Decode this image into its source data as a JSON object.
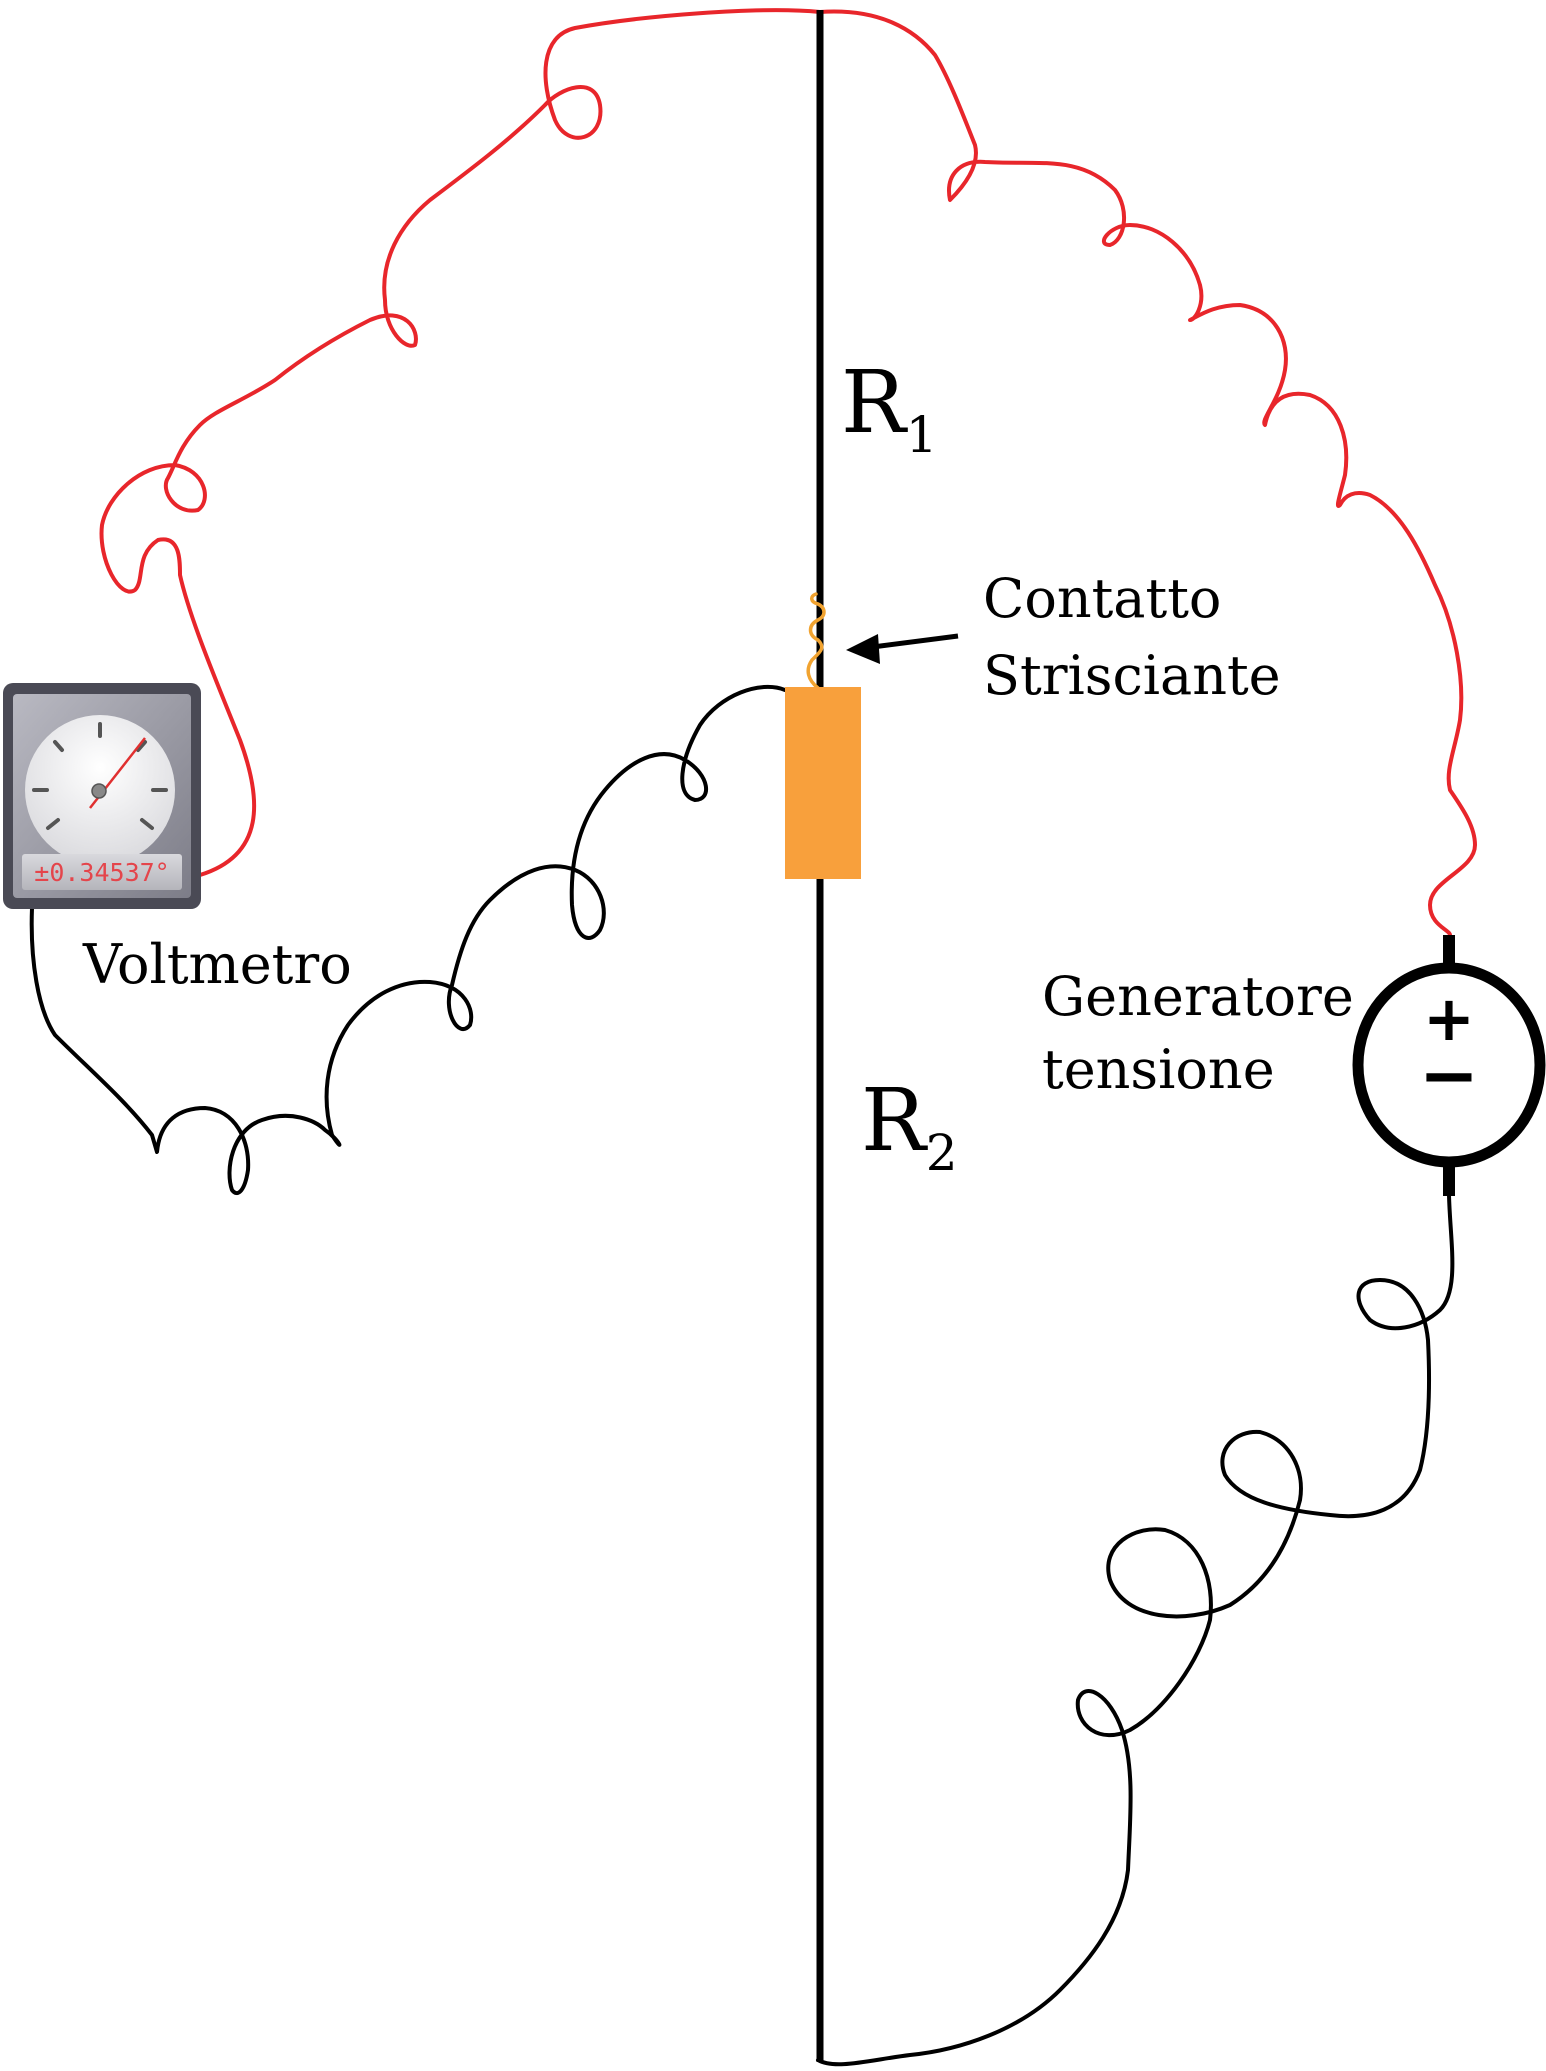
{
  "labels": {
    "r1": "R",
    "r1_sub": "1",
    "r2": "R",
    "r2_sub": "2",
    "contatto_line1": "Contatto",
    "contatto_line2": "Strisciante",
    "voltmetro": "Voltmetro",
    "generatore_line1": "Generatore",
    "generatore_line2": "tensione",
    "plus_sign": "+",
    "minus_sign": "−"
  },
  "voltmeter": {
    "display_value": "±0.34537°",
    "needle_color": "#e03030"
  },
  "colors": {
    "red_wire": "#e8262b",
    "black_wire": "#000000",
    "slider": "#f8a03c",
    "contact_spring": "#f1a330",
    "meter_frame": "#4a4a55",
    "meter_face": "#e8e8ea"
  }
}
